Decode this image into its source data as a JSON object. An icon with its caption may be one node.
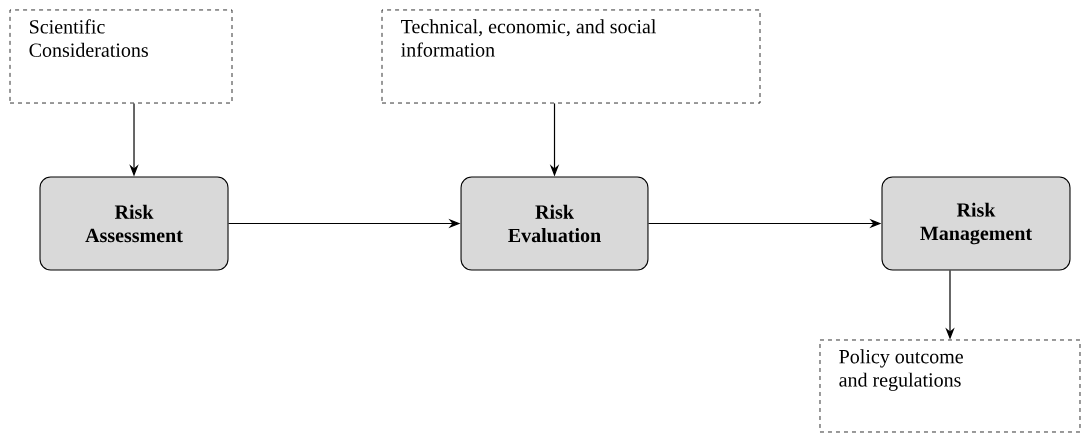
{
  "diagram": {
    "nodes": [
      {
        "text": [
          "Scientific Considerations"
        ]
      },
      {
        "text": [
          "Technical, economic, and social information"
        ]
      },
      {
        "text": [
          "Risk Assessment"
        ]
      },
      {
        "text": [
          "Risk Evaluation"
        ]
      },
      {
        "text": [
          "Risk Management"
        ]
      },
      {
        "text": [
          "Policy outcome and regulations"
        ]
      }
    ],
    "edges": [
      {
        "from": 0,
        "to": 2,
        "arrow": "to"
      },
      {
        "from": 1,
        "to": 3,
        "arrow": "to"
      },
      {
        "from": 2,
        "to": 3,
        "arrow": "to"
      },
      {
        "from": 3,
        "to": 4,
        "arrow": "to"
      },
      {
        "from": 4,
        "to": 5,
        "arrow": "to"
      }
    ]
  }
}
